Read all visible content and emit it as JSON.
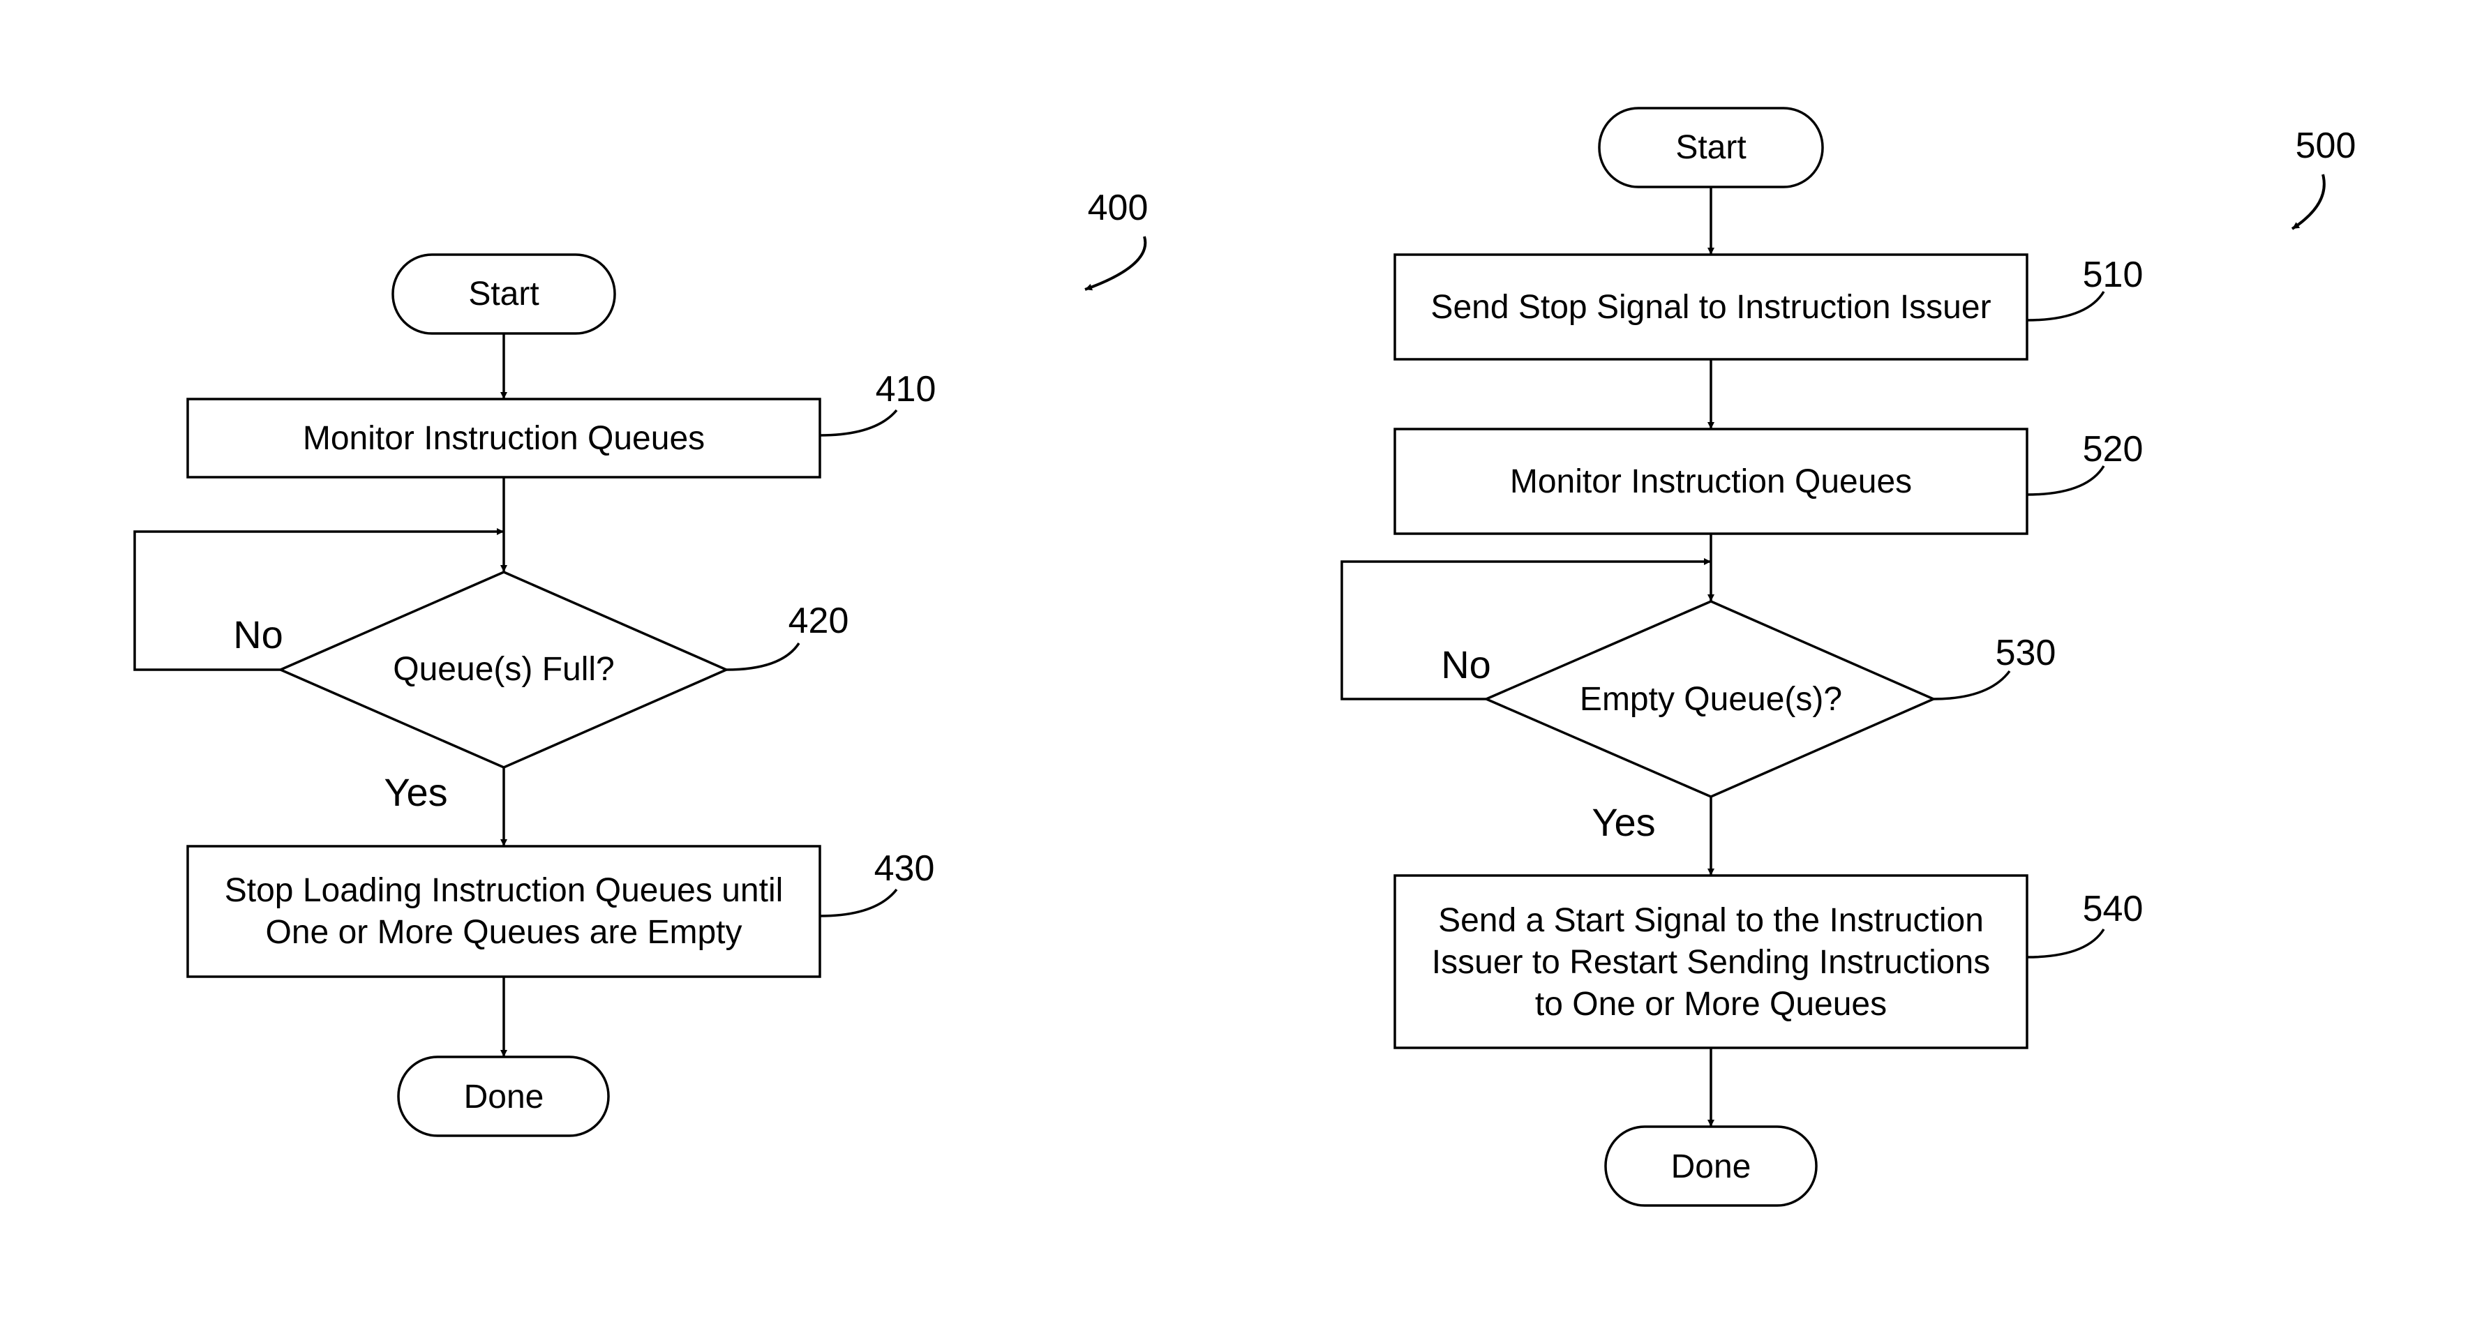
{
  "fig400": {
    "ref": "400",
    "start": "Start",
    "step410": {
      "ref": "410",
      "text": "Monitor Instruction Queues"
    },
    "step420": {
      "ref": "420",
      "text": "Queue(s) Full?"
    },
    "no": "No",
    "yes": "Yes",
    "step430": {
      "ref": "430",
      "line1": "Stop Loading Instruction Queues until",
      "line2": "One or More Queues are Empty"
    },
    "done": "Done"
  },
  "fig500": {
    "ref": "500",
    "start": "Start",
    "step510": {
      "ref": "510",
      "text": "Send Stop Signal to Instruction Issuer"
    },
    "step520": {
      "ref": "520",
      "text": "Monitor Instruction Queues"
    },
    "step530": {
      "ref": "530",
      "text": "Empty Queue(s)?"
    },
    "no": "No",
    "yes": "Yes",
    "step540": {
      "ref": "540",
      "line1": "Send a Start Signal to the Instruction",
      "line2": "Issuer to Restart Sending Instructions",
      "line3": "to One or More Queues"
    },
    "done": "Done"
  }
}
